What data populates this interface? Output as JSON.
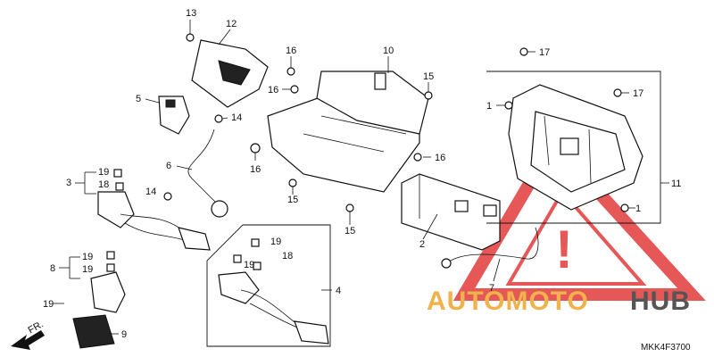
{
  "diagram": {
    "callouts": [
      "1",
      "2",
      "3",
      "4",
      "5",
      "6",
      "7",
      "8",
      "9",
      "10",
      "11",
      "12",
      "13",
      "14",
      "15",
      "16",
      "17",
      "18",
      "19"
    ],
    "code": "MKK4F3700",
    "fr_label": "FR.",
    "watermark": {
      "part_a": "AUTOMOTO",
      "part_b": "HUB"
    },
    "colors": {
      "warning": "#e23a3a",
      "watermark_orange": "#f0b24a",
      "watermark_gray": "#555555",
      "line": "#111111"
    }
  }
}
